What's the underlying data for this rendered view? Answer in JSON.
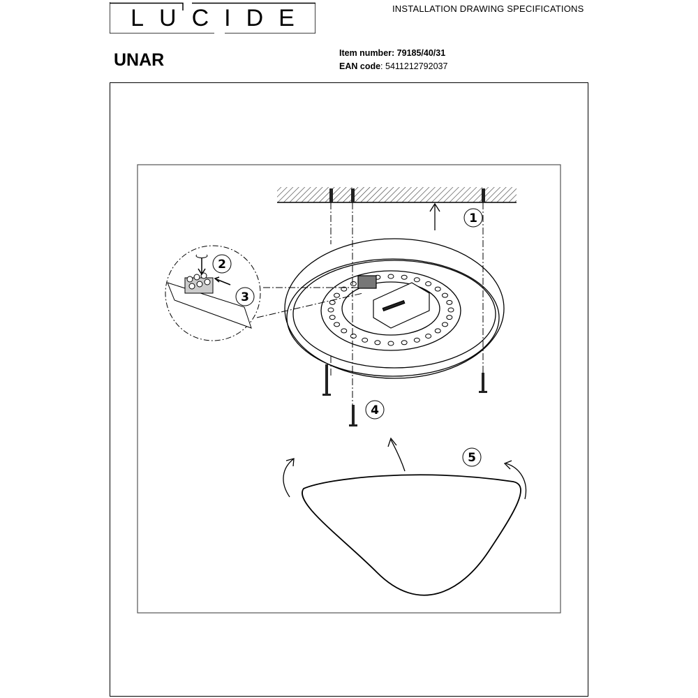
{
  "header": {
    "brand_logo": "LUCIDE",
    "document_title": "INSTALLATION DRAWING SPECIFICATIONS"
  },
  "product": {
    "name": "UNAR",
    "item_number_label": "Item number:",
    "item_number": "79185/40/31",
    "ean_label": "EAN code",
    "ean_value": ": 5411212792037"
  },
  "steps": [
    "1",
    "2",
    "3",
    "4",
    "5"
  ]
}
